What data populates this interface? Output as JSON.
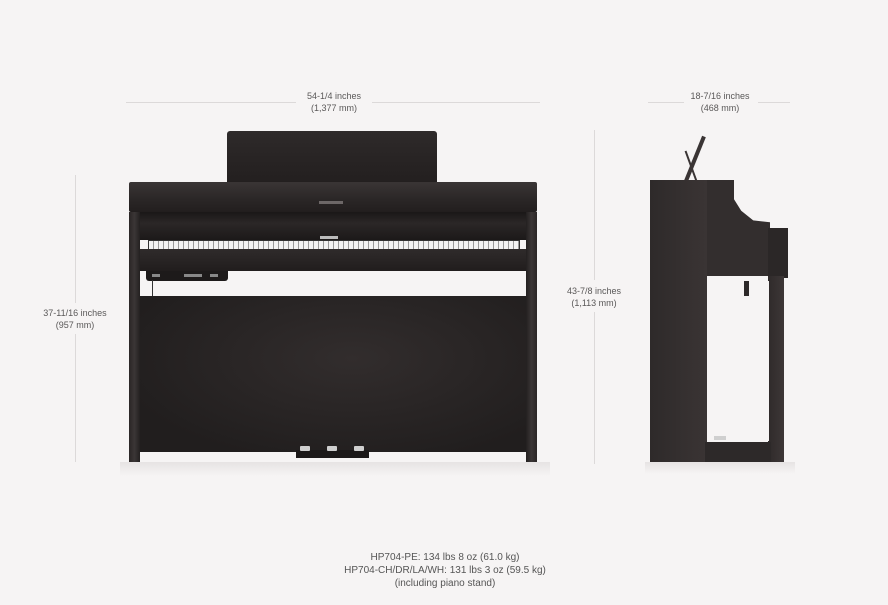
{
  "dimensions": {
    "width": {
      "inches": "54-1/4 inches",
      "mm": "(1,377 mm)"
    },
    "depth": {
      "inches": "18-7/16 inches",
      "mm": "(468 mm)"
    },
    "height_keys": {
      "inches": "37-11/16 inches",
      "mm": "(957 mm)"
    },
    "height_total": {
      "inches": "43-7/8 inches",
      "mm": "(1,113 mm)"
    }
  },
  "weight": {
    "line1": "HP704-PE: 134 lbs 8 oz (61.0 kg)",
    "line2": "HP704-CH/DR/LA/WH: 131 lbs 3 oz (59.5 kg)",
    "line3": "(including piano stand)"
  },
  "colors": {
    "background": "#f6f4f4",
    "piano_body": "#2e2a2a",
    "dimension_line": "#dcd9d9"
  }
}
